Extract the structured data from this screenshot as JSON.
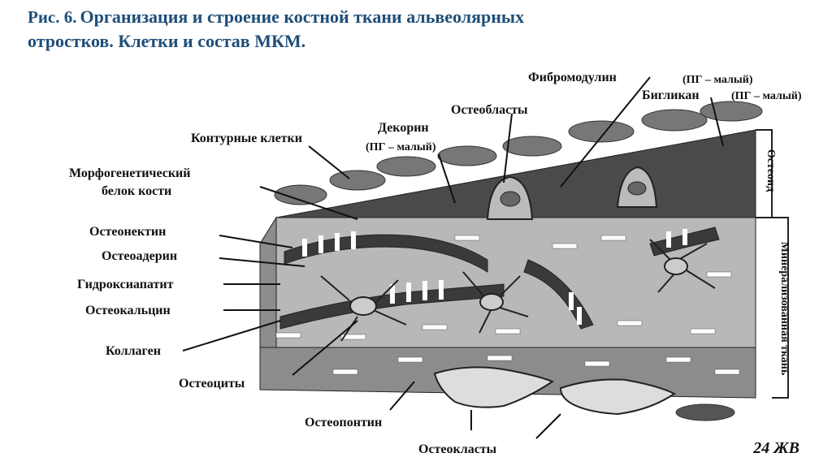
{
  "title": {
    "fig_label": "Рис. 6.",
    "line1": "Организация и строение костной ткани альвеолярных",
    "line2": "отростков. Клетки и состав МКМ."
  },
  "labels": {
    "fibromodulin": "Фибромодулин",
    "pg_small_1": "(ПГ – малый)",
    "biglycan": "Бигликан",
    "pg_small_2": "(ПГ – малый)",
    "osteoblasts": "Остеобласты",
    "decorin": "Декорин",
    "pg_small_3": "(ПГ – малый)",
    "contour_cells": "Контурные клетки",
    "bmp_1": "Морфогенетический",
    "bmp_2": "белок кости",
    "osteonectin": "Остеонектин",
    "osteoadherin": "Остеоадерин",
    "hydroxyapatite": "Гидроксиапатит",
    "osteocalcin": "Остеокальцин",
    "collagen": "Коллаген",
    "osteocytes": "Остеоциты",
    "osteopontin": "Остеопонтин",
    "osteoclasts": "Остеокласты",
    "osteoid": "Остеоид",
    "mineralized": "Минерализованная ткань"
  },
  "credit": "24 ЖВ",
  "colors": {
    "title": "#1f4e79",
    "osteoid": "#4a4a4a",
    "mineral": "#b8b8b8",
    "front": "#8c8c8c"
  }
}
